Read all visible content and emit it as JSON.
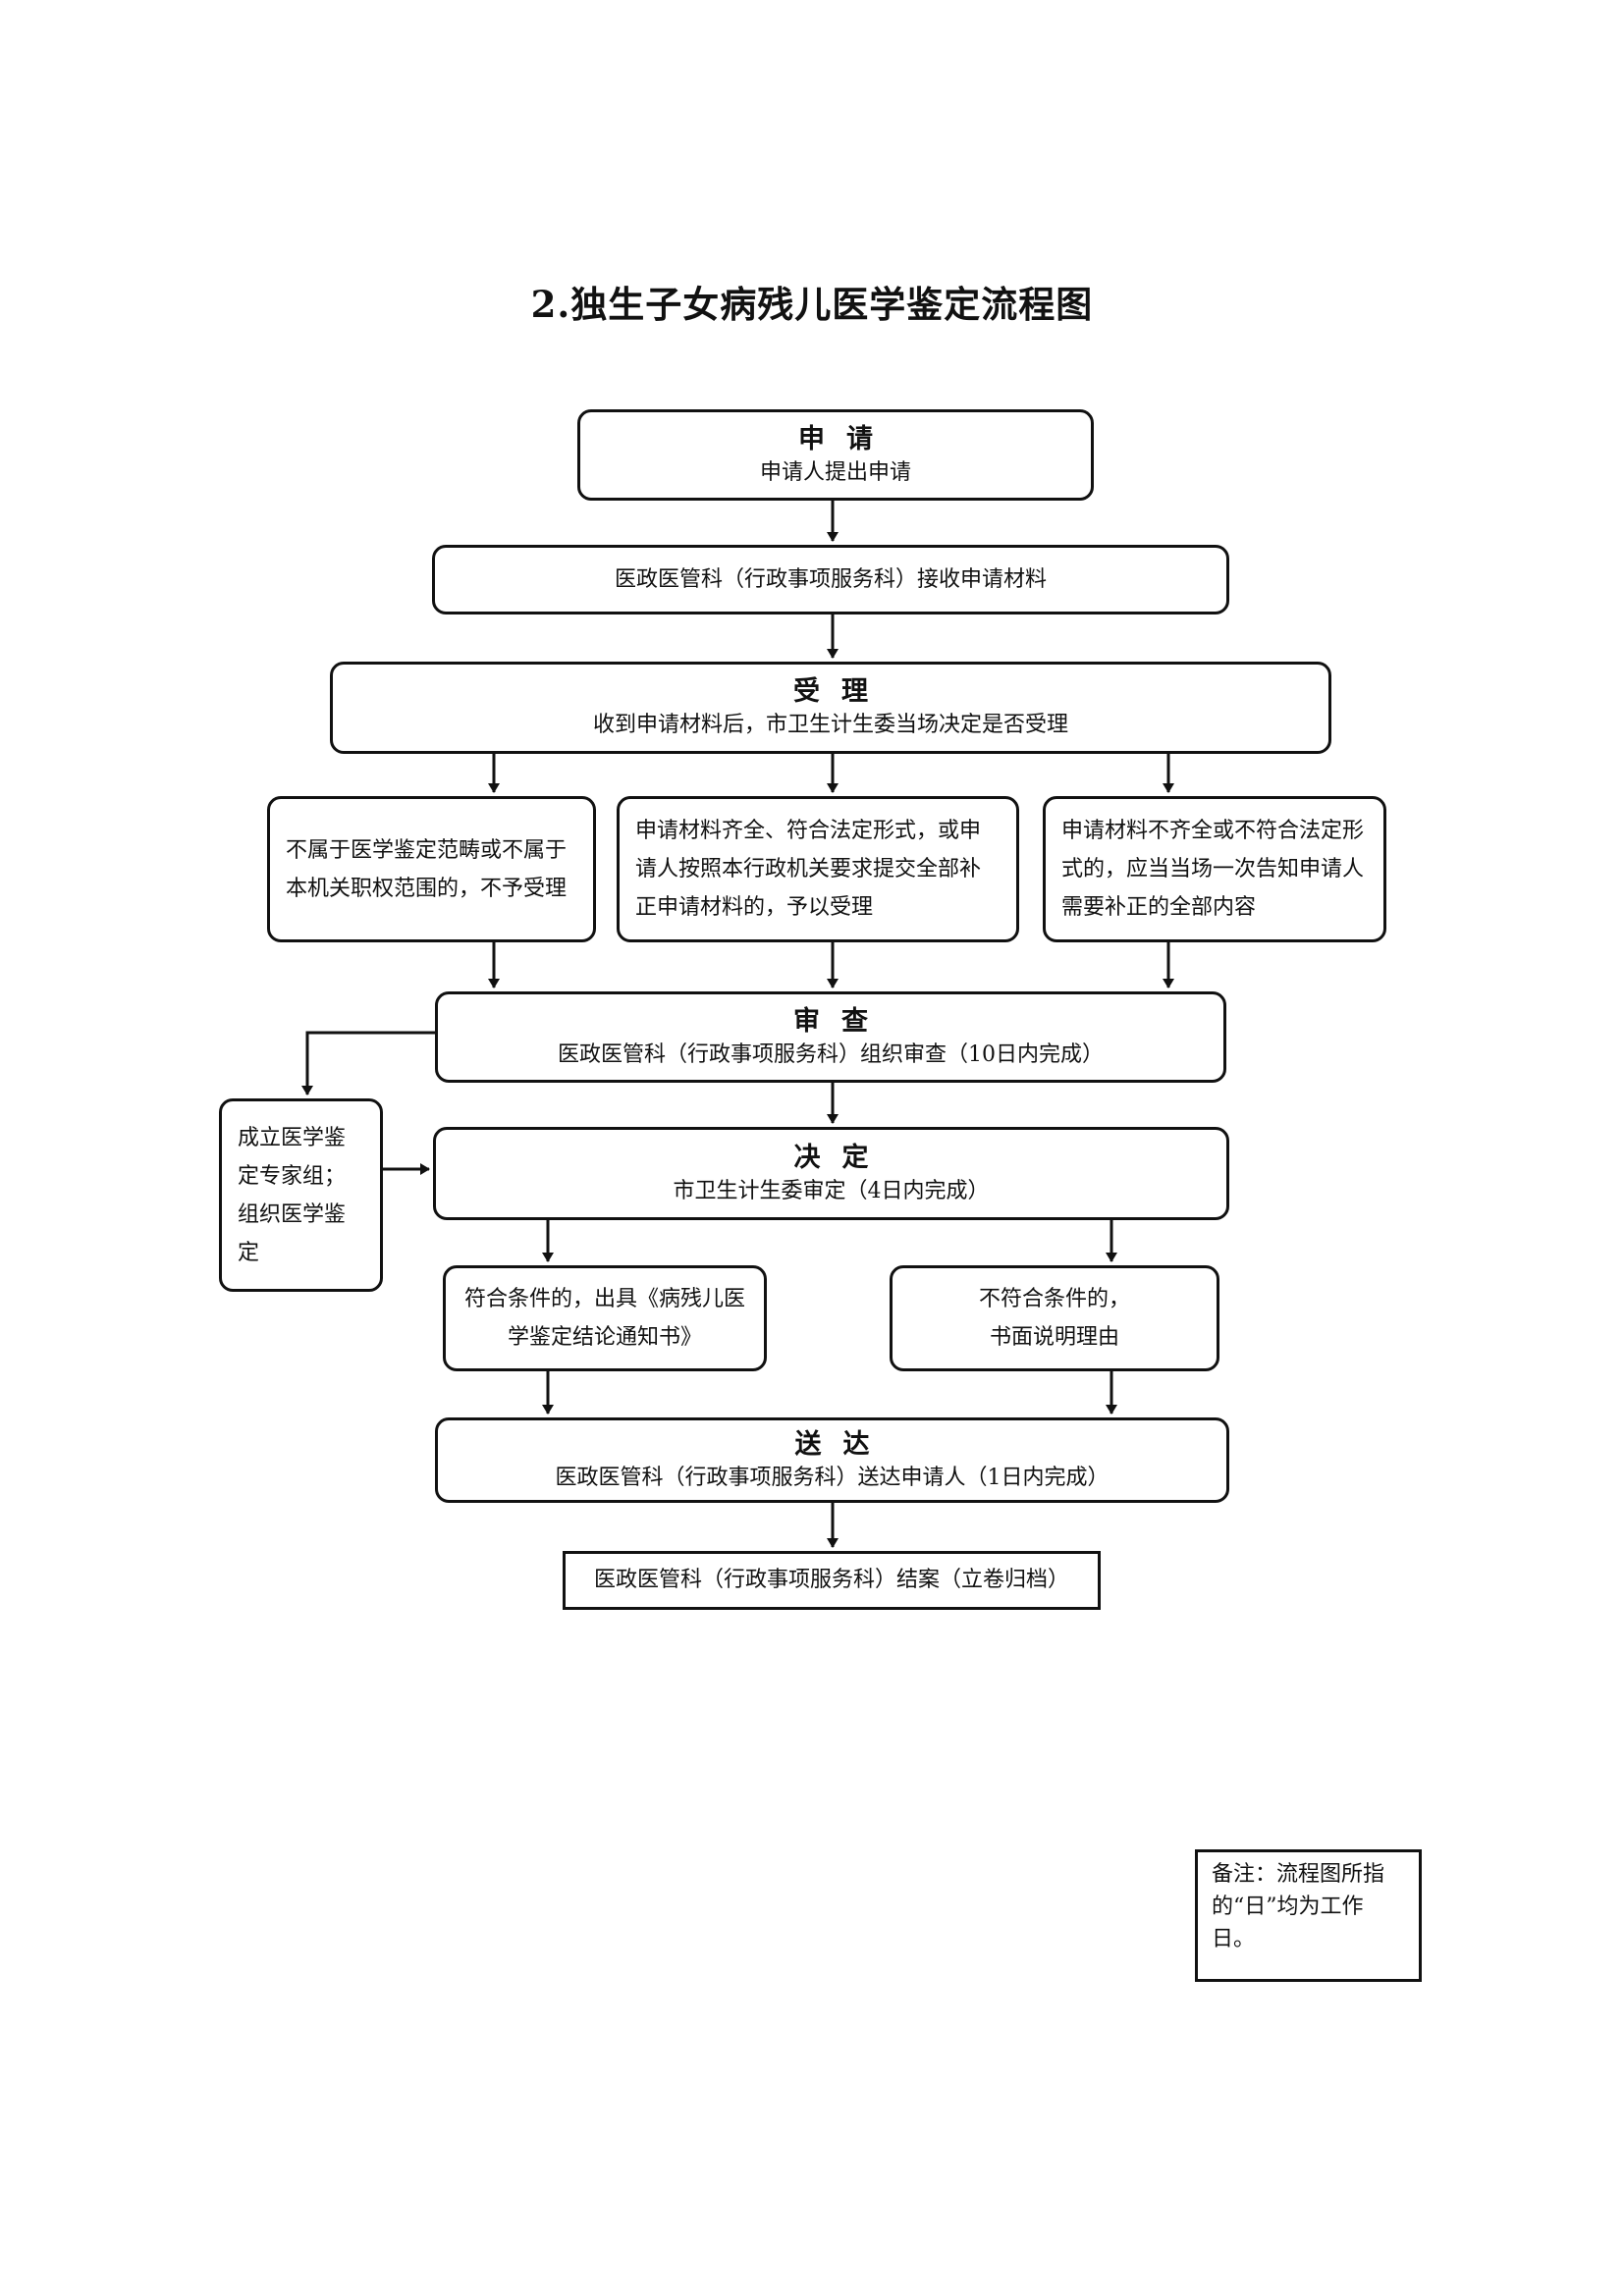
{
  "title": "2.独生子女病残儿医学鉴定流程图",
  "nodes": {
    "apply": {
      "heading": "申请",
      "text": "申请人提出申请"
    },
    "receive": {
      "text": "医政医管科（行政事项服务科）接收申请材料"
    },
    "accept": {
      "heading": "受理",
      "text": "收到申请材料后，市卫生计生委当场决定是否受理"
    },
    "reject": {
      "text": "不属于医学鉴定范畴或不属于本机关职权范围的，不予受理"
    },
    "accepted": {
      "text": "申请材料齐全、符合法定形式，或申请人按照本行政机关要求提交全部补正申请材料的，予以受理"
    },
    "incomplete": {
      "text": "申请材料不齐全或不符合法定形式的，应当当场一次告知申请人需要补正的全部内容"
    },
    "review": {
      "heading": "审查",
      "text": "医政医管科（行政事项服务科）组织审查（10日内完成）"
    },
    "expert": {
      "text": "成立医学鉴定专家组；组织医学鉴定"
    },
    "decide": {
      "heading": "决定",
      "text": "市卫生计生委审定（4日内完成）"
    },
    "qualified": {
      "text": "符合条件的，出具《病残儿医学鉴定结论通知书》"
    },
    "unqualified": {
      "text": "不符合条件的，书面说明理由"
    },
    "deliver": {
      "heading": "送达",
      "text": "医政医管科（行政事项服务科）送达申请人（1日内完成）"
    },
    "close": {
      "text": "医政医管科（行政事项服务科）结案（立卷归档）"
    }
  },
  "note": "备注：流程图所指的“日”均为工作日。"
}
